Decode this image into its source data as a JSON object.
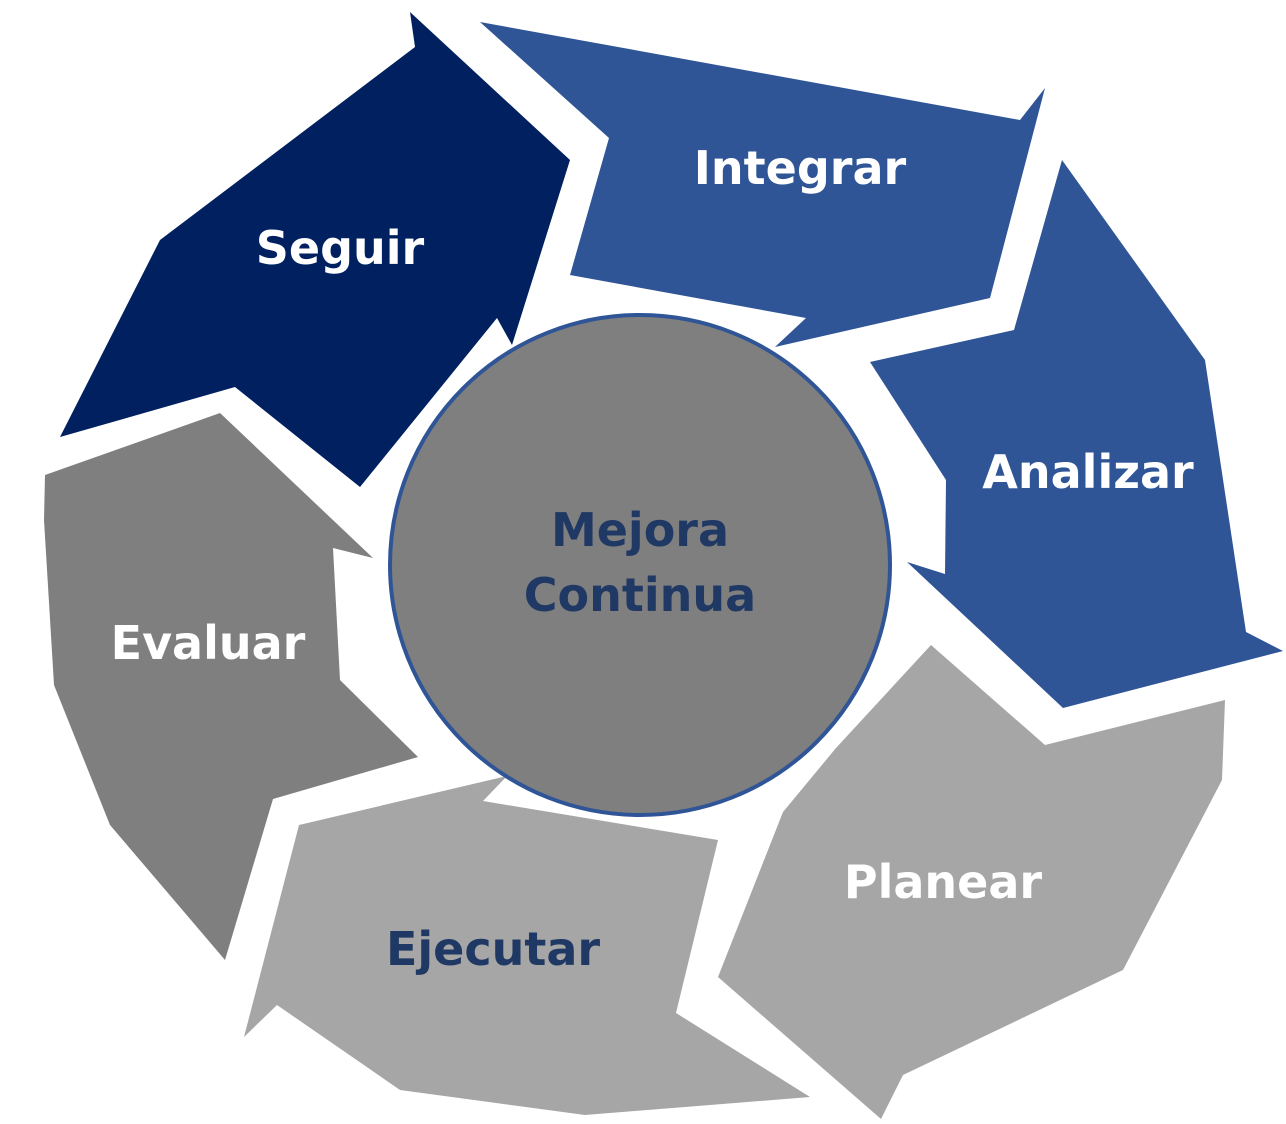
{
  "center": {
    "line1": "Mejora",
    "line2": "Continua",
    "fill": "#7f7f7f",
    "border": "#2f5597",
    "text_color": "#1f3864"
  },
  "steps": [
    {
      "label": "Integrar",
      "fill": "#2f5597",
      "text_color": "#ffffff"
    },
    {
      "label": "Analizar",
      "fill": "#2f5597",
      "text_color": "#ffffff"
    },
    {
      "label": "Planear",
      "fill": "#a6a6a6",
      "text_color": "#ffffff"
    },
    {
      "label": "Ejecutar",
      "fill": "#a6a6a6",
      "text_color": "#1f3864"
    },
    {
      "label": "Evaluar",
      "fill": "#7f7f7f",
      "text_color": "#ffffff"
    },
    {
      "label": "Seguir",
      "fill": "#002060",
      "text_color": "#ffffff"
    }
  ]
}
